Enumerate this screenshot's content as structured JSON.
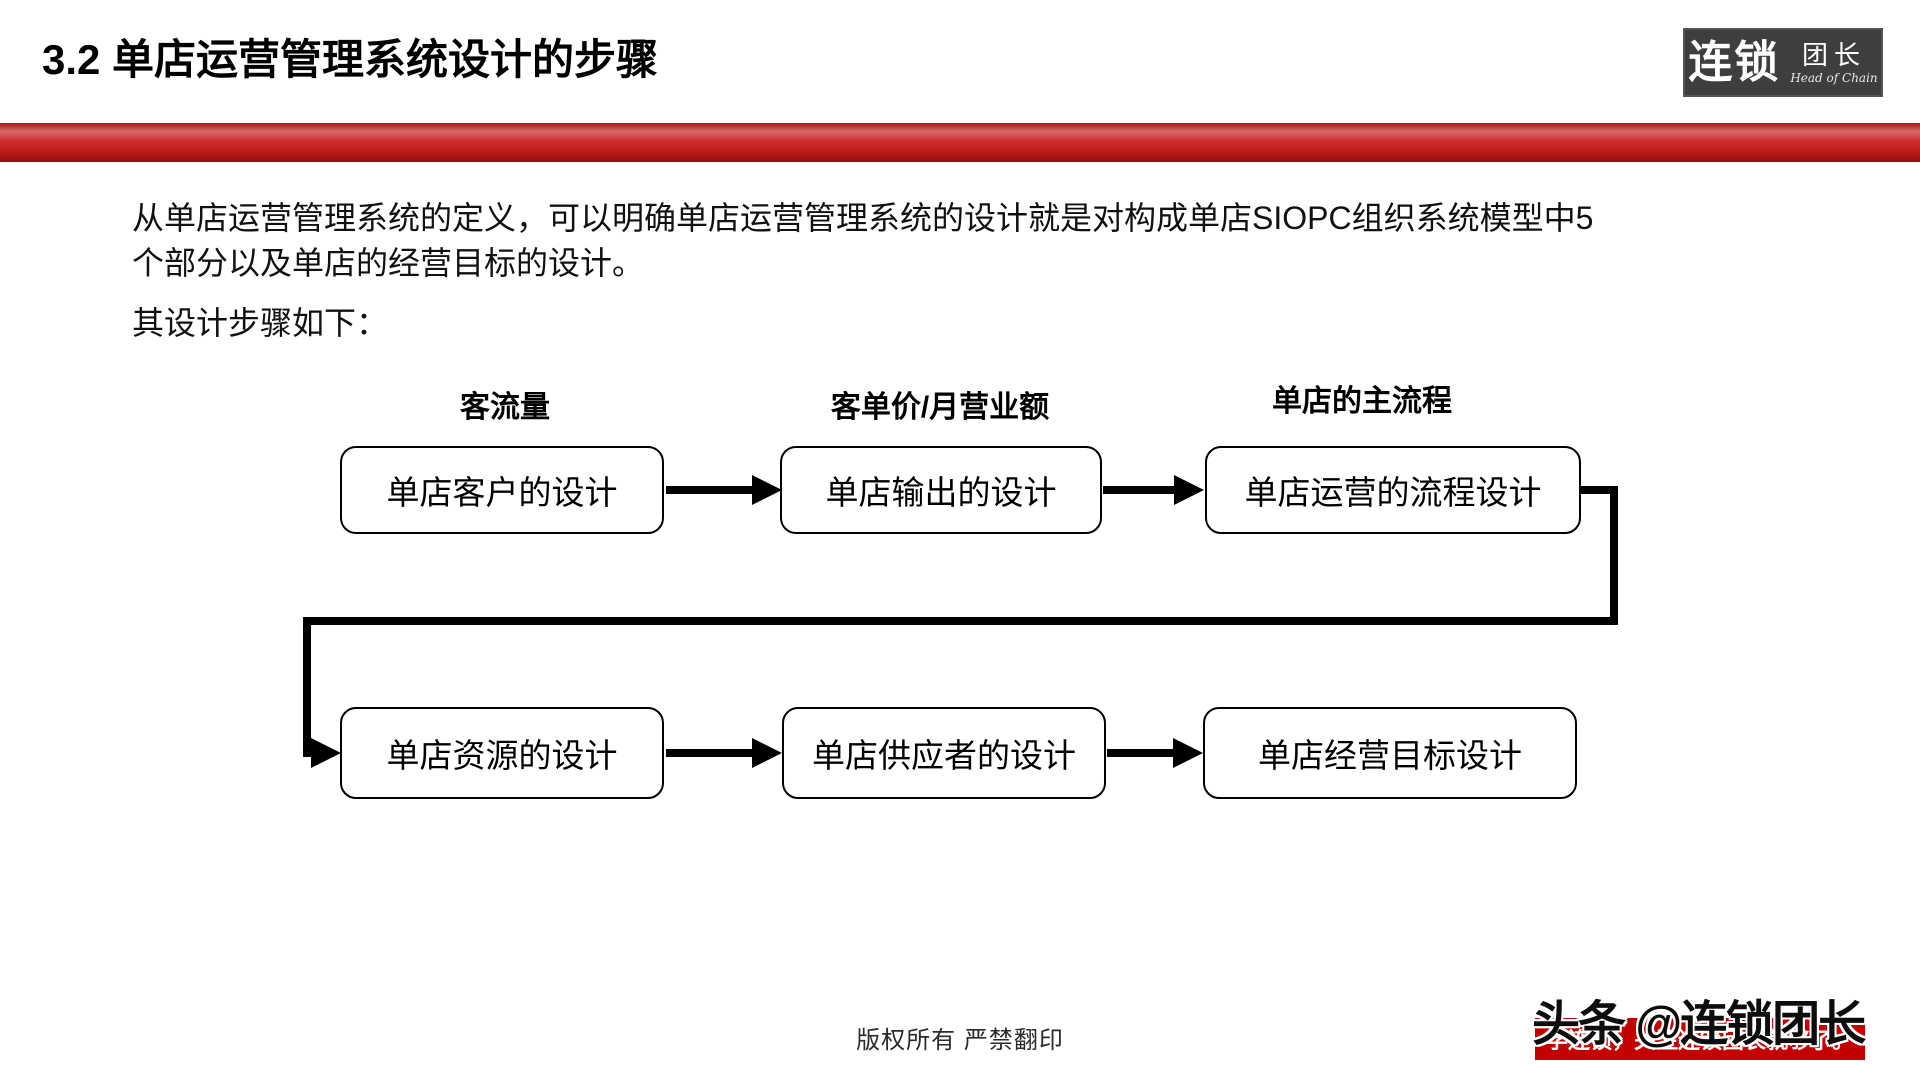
{
  "page": {
    "title": "3.2 单店运营管理系统设计的步骤"
  },
  "logo": {
    "cn_main": "连锁",
    "cn_sub": "团长",
    "en": "Head of Chain"
  },
  "intro": {
    "line1": "从单店运营管理系统的定义，可以明确单店运营管理系统的设计就是对构成单店SIOPC组织系统模型中5",
    "line2": "个部分以及单店的经营目标的设计。",
    "line3": "其设计步骤如下："
  },
  "flowchart": {
    "labels": [
      "客流量",
      "客单价/月营业额",
      "单店的主流程"
    ],
    "row1": [
      "单店客户的设计",
      "单店输出的设计",
      "单店运营的流程设计"
    ],
    "row2": [
      "单店资源的设计",
      "单店供应者的设计",
      "单店经营目标设计"
    ]
  },
  "footer": {
    "copyright": "版权所有  严禁翻印"
  },
  "watermark": {
    "main": "头条 @连锁团长",
    "banner": "学连锁，关注连锁团长就够了。"
  },
  "colors": {
    "accent_red": "#c31d1d",
    "banner_red": "#c40000",
    "logo_bg": "#3e3e3e",
    "line_black": "#000000"
  }
}
